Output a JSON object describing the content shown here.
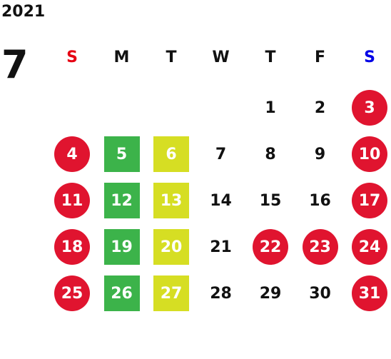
{
  "calendar": {
    "year": "2021",
    "month": "7",
    "weekdays": [
      {
        "label": "S",
        "color": "#e60012"
      },
      {
        "label": "M",
        "color": "#111111"
      },
      {
        "label": "T",
        "color": "#111111"
      },
      {
        "label": "W",
        "color": "#111111"
      },
      {
        "label": "T",
        "color": "#111111"
      },
      {
        "label": "F",
        "color": "#111111"
      },
      {
        "label": "S",
        "color": "#0000e6"
      }
    ],
    "colors": {
      "red_circle": "#e0142f",
      "green_square": "#3cb34a",
      "yellow_square": "#d6de23"
    },
    "weeks": [
      [
        {
          "day": "",
          "style": "empty"
        },
        {
          "day": "",
          "style": "empty"
        },
        {
          "day": "",
          "style": "empty"
        },
        {
          "day": "",
          "style": "empty"
        },
        {
          "day": "1",
          "style": "plain"
        },
        {
          "day": "2",
          "style": "plain"
        },
        {
          "day": "3",
          "style": "red-circle"
        }
      ],
      [
        {
          "day": "4",
          "style": "red-circle"
        },
        {
          "day": "5",
          "style": "green-square"
        },
        {
          "day": "6",
          "style": "yellow-square"
        },
        {
          "day": "7",
          "style": "plain"
        },
        {
          "day": "8",
          "style": "plain"
        },
        {
          "day": "9",
          "style": "plain"
        },
        {
          "day": "10",
          "style": "red-circle"
        }
      ],
      [
        {
          "day": "11",
          "style": "red-circle"
        },
        {
          "day": "12",
          "style": "green-square"
        },
        {
          "day": "13",
          "style": "yellow-square"
        },
        {
          "day": "14",
          "style": "plain"
        },
        {
          "day": "15",
          "style": "plain"
        },
        {
          "day": "16",
          "style": "plain"
        },
        {
          "day": "17",
          "style": "red-circle"
        }
      ],
      [
        {
          "day": "18",
          "style": "red-circle"
        },
        {
          "day": "19",
          "style": "green-square"
        },
        {
          "day": "20",
          "style": "yellow-square"
        },
        {
          "day": "21",
          "style": "plain"
        },
        {
          "day": "22",
          "style": "red-circle"
        },
        {
          "day": "23",
          "style": "red-circle"
        },
        {
          "day": "24",
          "style": "red-circle"
        }
      ],
      [
        {
          "day": "25",
          "style": "red-circle"
        },
        {
          "day": "26",
          "style": "green-square"
        },
        {
          "day": "27",
          "style": "yellow-square"
        },
        {
          "day": "28",
          "style": "plain"
        },
        {
          "day": "29",
          "style": "plain"
        },
        {
          "day": "30",
          "style": "plain"
        },
        {
          "day": "31",
          "style": "red-circle"
        }
      ]
    ]
  }
}
